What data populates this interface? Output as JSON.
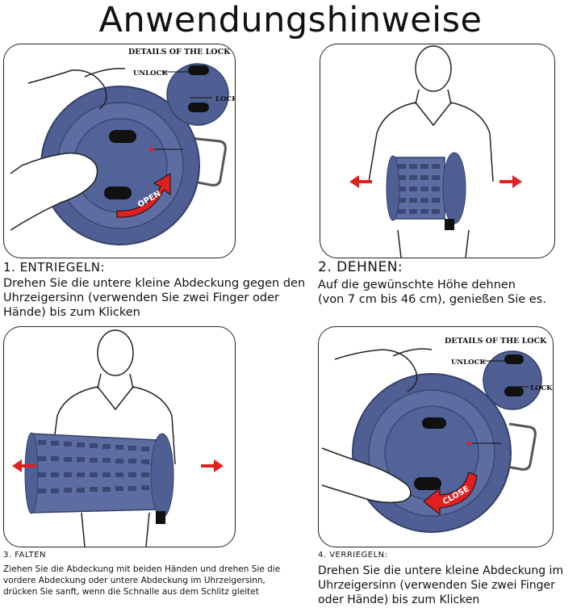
{
  "title": "Anwendungshinweise",
  "colors": {
    "stool": "#4f5f94",
    "stool_dark": "#3b4874",
    "arrow_red": "#e02020",
    "lock_black": "#111111"
  },
  "lock_details": {
    "heading": "DETAILS OF THE LOCK",
    "unlock": "UNLOCK",
    "lock": "LOCK"
  },
  "steps": [
    {
      "heading": "1. ENTRIEGELN:",
      "text_lines": [
        "Drehen Sie die untere kleine Abdeckung gegen den",
        "Uhrzeigersinn (verwenden Sie zwei Finger oder",
        "Hände) bis zum Klicken"
      ],
      "arrow_label": "OPEN"
    },
    {
      "heading": "2. DEHNEN:",
      "text_lines": [
        "Auf die gewünschte Höhe dehnen",
        "(von 7 cm bis 46 cm), genießen Sie es."
      ]
    },
    {
      "heading": "3. FALTEN",
      "text_lines": [
        "Ziehen Sie die Abdeckung mit beiden Händen und drehen Sie die",
        "vordere Abdeckung oder untere Abdeckung im Uhrzeigersinn,",
        "drücken Sie sanft, wenn die Schnalle aus dem Schlitz gleitet"
      ]
    },
    {
      "heading": "4. VERRIEGELN:",
      "text_lines": [
        "Drehen Sie die untere kleine Abdeckung im",
        "Uhrzeigersinn (verwenden Sie zwei Finger",
        "oder Hände) bis zum Klicken"
      ],
      "arrow_label": "CLOSE"
    }
  ]
}
